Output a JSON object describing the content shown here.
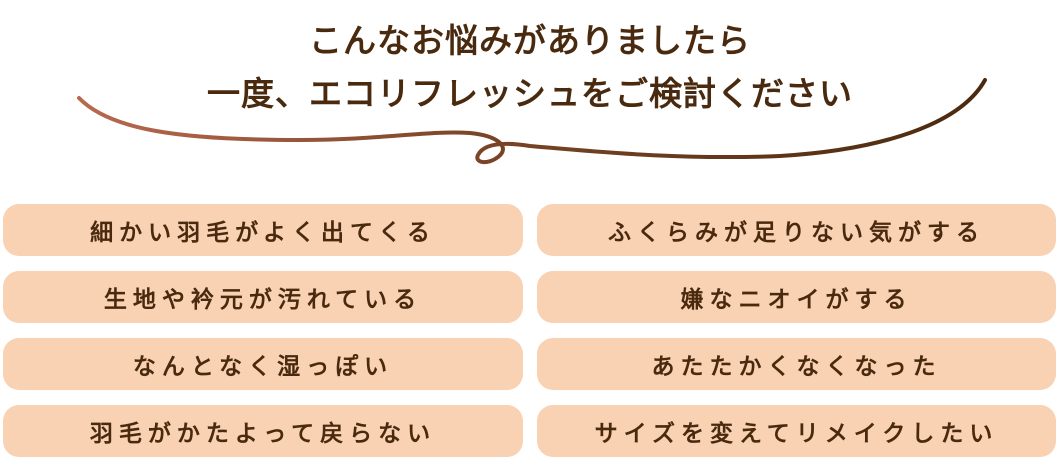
{
  "heading": {
    "line1": "こんなお悩みがありましたら",
    "line2": "一度、エコリフレッシュをご検討ください"
  },
  "decoration": {
    "swash_gradient_start": "#b9694f",
    "swash_gradient_end": "#4a2a0f"
  },
  "colors": {
    "text": "#4a2a0f",
    "pill_background": "#f9d1b3",
    "page_background": "#ffffff"
  },
  "concerns": {
    "items": [
      {
        "label": "細かい羽毛がよく出てくる"
      },
      {
        "label": "ふくらみが足りない気がする"
      },
      {
        "label": "生地や衿元が汚れている"
      },
      {
        "label": "嫌なニオイがする"
      },
      {
        "label": "なんとなく湿っぽい"
      },
      {
        "label": "あたたかくなくなった"
      },
      {
        "label": "羽毛がかたよって戻らない"
      },
      {
        "label": "サイズを変えてリメイクしたい"
      }
    ]
  }
}
